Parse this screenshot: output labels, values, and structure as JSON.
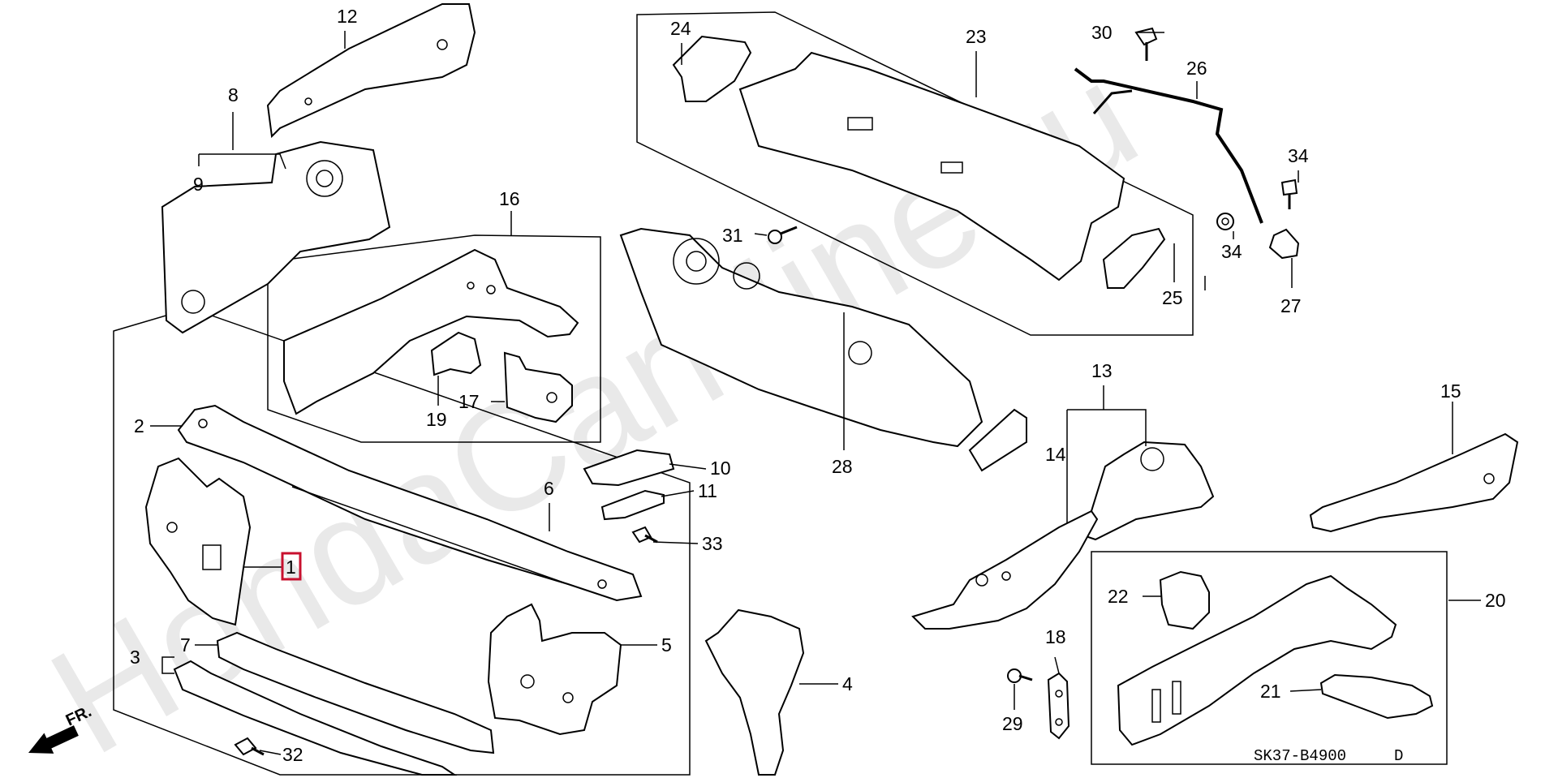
{
  "diagram": {
    "watermark": "HondaCarMine.ru",
    "footer_code": "SK37-B4900",
    "footer_suffix": "D",
    "front_label": "FR.",
    "highlight_color": "#c8102e",
    "labels": [
      "1",
      "2",
      "3",
      "4",
      "5",
      "6",
      "7",
      "8",
      "9",
      "10",
      "11",
      "12",
      "13",
      "14",
      "15",
      "16",
      "17",
      "18",
      "19",
      "20",
      "21",
      "22",
      "23",
      "24",
      "25",
      "26",
      "27",
      "28",
      "29",
      "30",
      "31",
      "32",
      "33",
      "34",
      "34"
    ]
  }
}
